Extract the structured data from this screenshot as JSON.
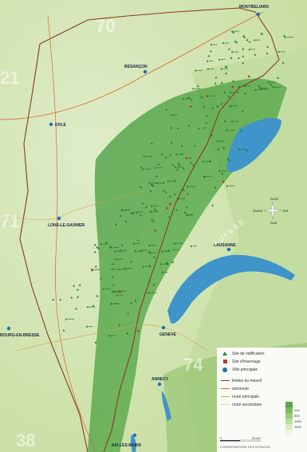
{
  "map": {
    "cities": [
      {
        "name": "MONTBELIARD"
      },
      {
        "name": "BESANÇON"
      },
      {
        "name": "DOLE"
      },
      {
        "name": "LONS-LE-SAUNIER"
      },
      {
        "name": "LAUSANNE"
      },
      {
        "name": "GENEVE"
      },
      {
        "name": "ANNECY"
      },
      {
        "name": "AIX-LES-BAINS"
      },
      {
        "name": "BOURG-EN-BRESSE"
      }
    ],
    "departments": [
      "70",
      "21",
      "71",
      "74",
      "38"
    ],
    "region_text": "SUISSE",
    "compass": {
      "north": "Nord",
      "south": "Sud",
      "west": "Ouest",
      "east": "Est"
    }
  },
  "legend": {
    "items": [
      {
        "label": "Site de nidification",
        "kind": "triangle",
        "color": "#2e8a3a"
      },
      {
        "label": "Site d'hivernage",
        "kind": "square",
        "color": "#c0392b"
      },
      {
        "label": "Ville principale",
        "kind": "circle",
        "color": "#1f6fb5"
      },
      {
        "label": "limites du massif",
        "kind": "line",
        "color": "#8a3a2a"
      },
      {
        "label": "autoroute",
        "kind": "line",
        "color": "#d86a2a"
      },
      {
        "label": "route principale",
        "kind": "line",
        "color": "#d9a14a"
      },
      {
        "label": "route secondaire",
        "kind": "line",
        "color": "#e8d39a"
      }
    ],
    "altitude": {
      "colors": [
        "#5aa94a",
        "#78b95a",
        "#9acb76",
        "#bfdc9c",
        "#dcebc6",
        "#eef5e4"
      ],
      "labels": [
        "",
        "200",
        "500",
        "1000",
        "1500",
        ""
      ]
    },
    "scale": {
      "zero": "0",
      "end": "25 km"
    },
    "credit": "CONSERVATOIRE DES ESPACES"
  }
}
